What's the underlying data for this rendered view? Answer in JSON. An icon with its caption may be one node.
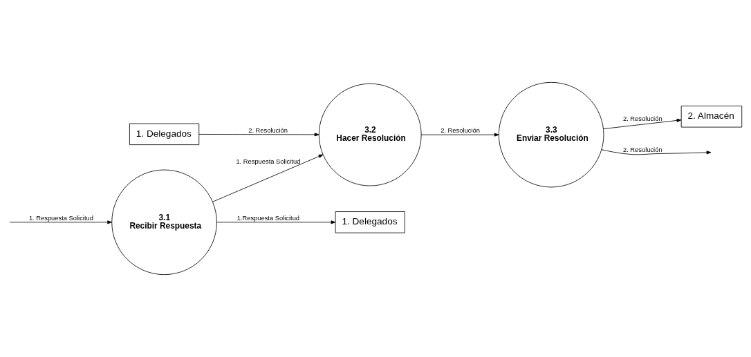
{
  "diagram": {
    "nodes": [
      {
        "text": [
          "1. Delegados"
        ]
      },
      {
        "text": [
          "1. Delegados"
        ]
      },
      {
        "text": [
          "3.1",
          "Recibir Respuesta"
        ]
      },
      {
        "text": [
          "3.2",
          "Hacer Resolución"
        ]
      },
      {
        "text": [
          "3.3",
          "Enviar Resolución"
        ]
      },
      {
        "text": [
          "2. Almacén"
        ]
      }
    ],
    "edges": [
      {
        "from": null,
        "to": 2,
        "arrow": "to",
        "label": "1. Respuesta Solicitud"
      },
      {
        "from": 2,
        "to": 0,
        "arrow": "to",
        "label": "1.Respuesta Solicitud"
      },
      {
        "from": 1,
        "to": 3,
        "arrow": "to",
        "label": "2. Resolución"
      },
      {
        "from": 2,
        "to": 3,
        "arrow": "to",
        "label": "1. Respuesta Solicitud"
      },
      {
        "from": 3,
        "to": 4,
        "arrow": "to",
        "label": "2. Resolución"
      },
      {
        "from": 4,
        "to": 5,
        "arrow": "to",
        "label": "2. Resolución"
      },
      {
        "from": 4,
        "to": null,
        "arrow": "to",
        "label": "2. Resolución"
      }
    ]
  }
}
